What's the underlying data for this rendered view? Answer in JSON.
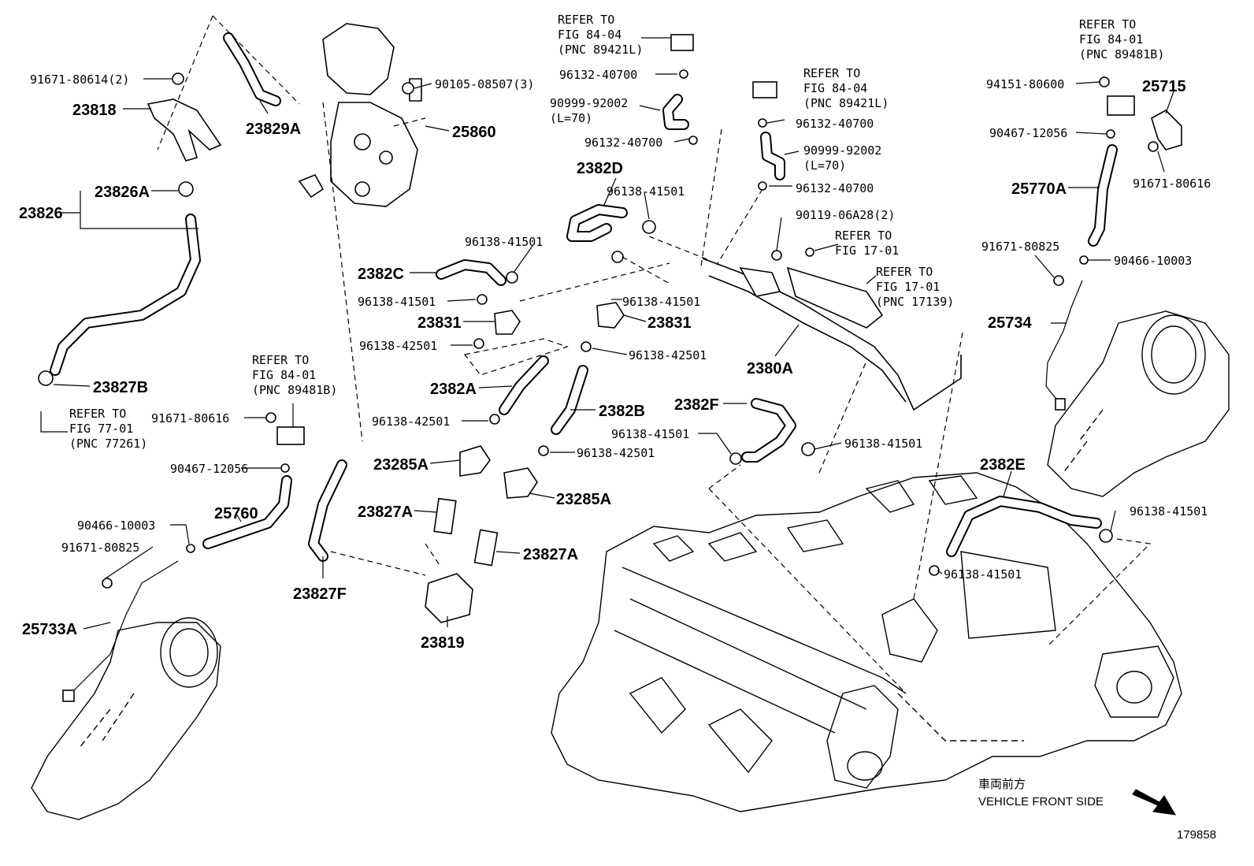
{
  "labels": {
    "l_91671_80614": "91671-80614(2)",
    "l_23818": "23818",
    "l_23829A": "23829A",
    "l_90105": "90105-08507(3)",
    "l_25860": "25860",
    "l_23826A": "23826A",
    "l_23826": "23826",
    "l_23827B": "23827B",
    "l_ref7701": "REFER TO\nFIG 77-01\n(PNC 77261)",
    "l_ref8401a": "REFER TO\nFIG 84-01\n(PNC 89481B)",
    "l_91671_80616a": "91671-80616",
    "l_90467a": "90467-12056",
    "l_25760": "25760",
    "l_90466a": "90466-10003",
    "l_91671_80825a": "91671-80825",
    "l_25733A": "25733A",
    "l_23827F": "23827F",
    "l_ref8404a": "REFER TO\nFIG 84-04\n(PNC 89421L)",
    "l_96132a": "96132-40700",
    "l_90999a": "90999-92002\n(L=70)",
    "l_96132b": "96132-40700",
    "l_2382D": "2382D",
    "l_96138_415a": "96138-41501",
    "l_96138_415b": "96138-41501",
    "l_2382C": "2382C",
    "l_96138_415c": "96138-41501",
    "l_96138_415d": "96138-41501",
    "l_23831a": "23831",
    "l_23831b": "23831",
    "l_96138_425a": "96138-42501",
    "l_96138_425b": "96138-42501",
    "l_2382A": "2382A",
    "l_2382B": "2382B",
    "l_96138_425c": "96138-42501",
    "l_96138_425d": "96138-42501",
    "l_23285Aa": "23285A",
    "l_23285Ab": "23285A",
    "l_23827Aa": "23827A",
    "l_23827Ab": "23827A",
    "l_23819": "23819",
    "l_ref8404b": "REFER TO\nFIG 84-04\n(PNC 89421L)",
    "l_96132c": "96132-40700",
    "l_90999b": "90999-92002\n(L=70)",
    "l_96132d": "96132-40700",
    "l_90119": "90119-06A28(2)",
    "l_ref1701a": "REFER TO\nFIG 17-01",
    "l_ref1701b": "REFER TO\nFIG 17-01\n(PNC 17139)",
    "l_2380A": "2380A",
    "l_2382F": "2382F",
    "l_96138_415e": "96138-41501",
    "l_96138_415f": "96138-41501",
    "l_ref8401b": "REFER TO\nFIG 84-01\n(PNC 89481B)",
    "l_94151": "94151-80600",
    "l_25715": "25715",
    "l_90467b": "90467-12056",
    "l_25770A": "25770A",
    "l_91671_80616b": "91671-80616",
    "l_91671_80825b": "91671-80825",
    "l_90466b": "90466-10003",
    "l_25734": "25734",
    "l_2382E": "2382E",
    "l_96138_415g": "96138-41501",
    "l_96138_415h": "96138-41501",
    "l_front_jp": "車両前方",
    "l_front_en": "VEHICLE FRONT SIDE",
    "l_fig_no": "179858"
  }
}
